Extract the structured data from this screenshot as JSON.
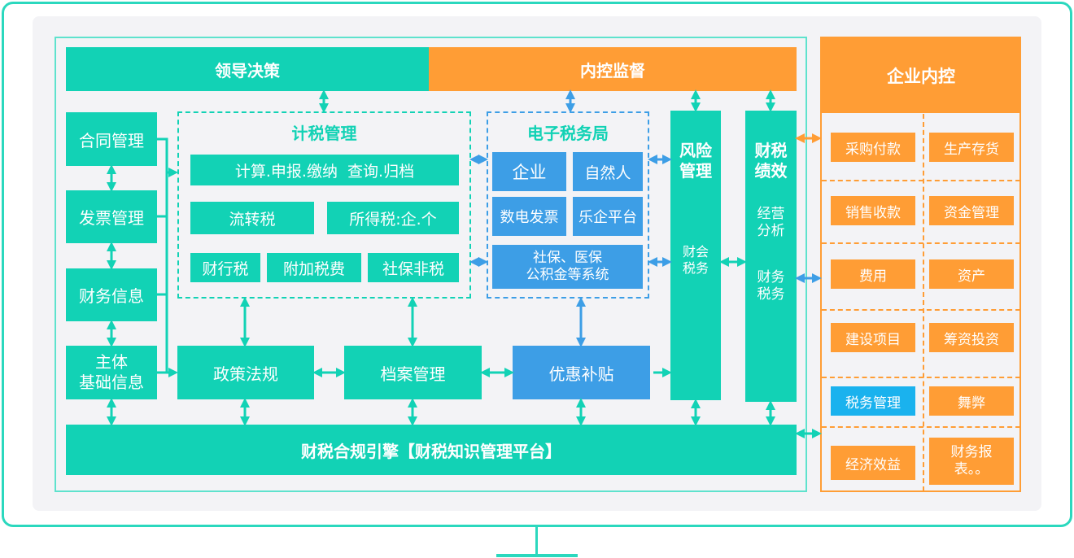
{
  "top_bar": {
    "leadership": "领导决策",
    "supervision": "内控监督"
  },
  "left_column": [
    "合同管理",
    "发票管理",
    "财务信息",
    "主体\n基础信息"
  ],
  "tax_management": {
    "title": "计税管理",
    "row1": "计算.申报.缴纳  查询.归档",
    "flow_tax": "流转税",
    "income_tax": "所得税:企.个",
    "property_tax": "财行税",
    "surcharge": "附加税费",
    "social_nontax": "社保非税"
  },
  "e_tax_bureau": {
    "title": "电子税务局",
    "enterprise": "企业",
    "natural_person": "自然人",
    "digital_invoice": "数电发票",
    "leqi_platform": "乐企平台",
    "social_security": "社保、医保\n公积金等系统"
  },
  "risk_management": {
    "title": "风险\n管理",
    "sub": "财会\n税务"
  },
  "tax_performance": {
    "title": "财税\n绩效",
    "sub1": "经营\n分析",
    "sub2": "财务\n税务"
  },
  "bottom_row": {
    "policy": "政策法规",
    "archive": "档案管理",
    "subsidy": "优惠补贴"
  },
  "engine": "财税合规引擎【财税知识管理平台】",
  "internal_control": {
    "title": "企业内控",
    "items": [
      [
        "采购付款",
        "生产存货"
      ],
      [
        "销售收款",
        "资金管理"
      ],
      [
        "费用",
        "资产"
      ],
      [
        "建设项目",
        "筹资投资"
      ],
      [
        "税务管理",
        "舞弊"
      ],
      [
        "经济效益",
        "财务报\n表。。"
      ]
    ]
  },
  "colors": {
    "teal": "#12d2b5",
    "orange": "#ff9d35",
    "blue": "#3d9ee6",
    "frame": "#2bd8be"
  }
}
